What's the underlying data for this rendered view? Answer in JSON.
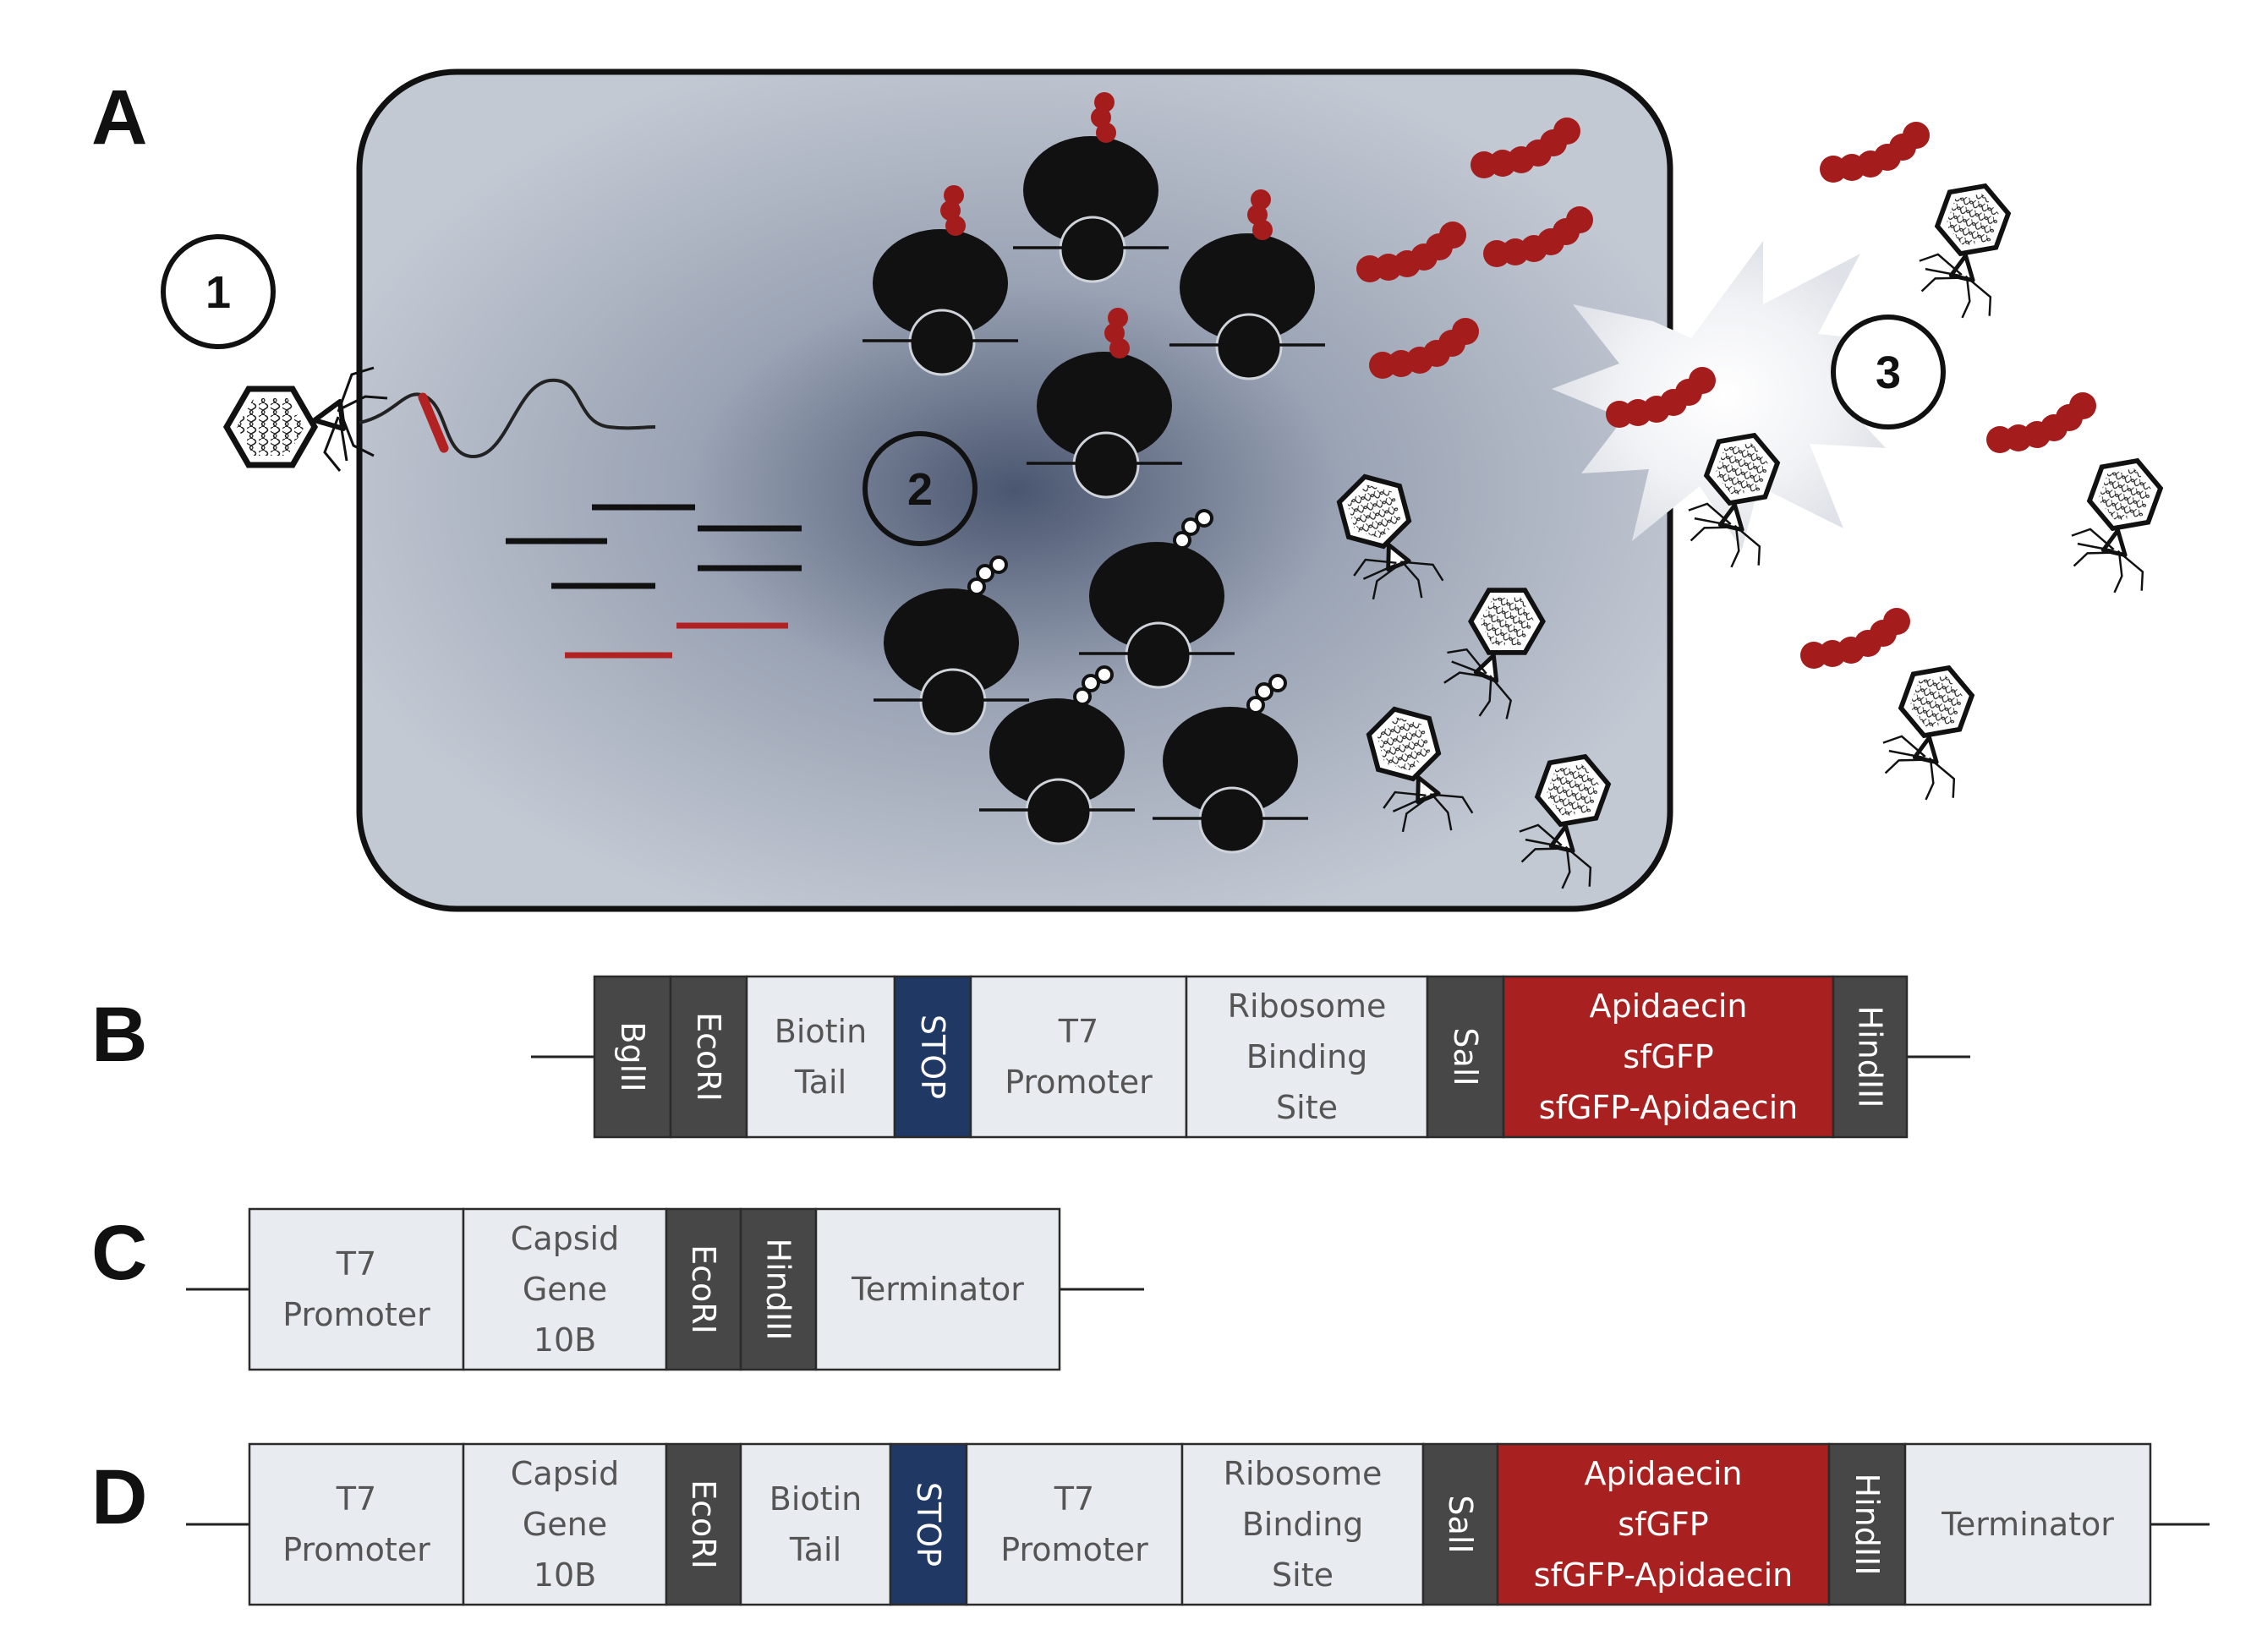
{
  "panels": {
    "a": {
      "letter": "A",
      "steps": [
        "1",
        "2",
        "3"
      ]
    },
    "b": {
      "letter": "B"
    },
    "c": {
      "letter": "C"
    },
    "d": {
      "letter": "D"
    }
  },
  "colors": {
    "cell_fill": "#c3c9d3",
    "cell_center": "#4a5670",
    "light_segment": "#e8ebf0",
    "site_segment": "#474747",
    "stop_segment": "#1f3864",
    "gene_segment": "#a8201f",
    "peptide": "#a51c1c",
    "ribosome": "#111111"
  },
  "constructs": {
    "b": [
      {
        "text": "BglII",
        "type": "site",
        "vertical": true
      },
      {
        "text": "EcoRI",
        "type": "site",
        "vertical": true
      },
      {
        "text": "Biotin\nTail",
        "type": "light"
      },
      {
        "text": "STOP",
        "type": "stop",
        "vertical": true
      },
      {
        "text": "T7\nPromoter",
        "type": "light"
      },
      {
        "text": "Ribosome\nBinding\nSite",
        "type": "light"
      },
      {
        "text": "SalI",
        "type": "site",
        "vertical": true
      },
      {
        "text": "Apidaecin\nsfGFP\nsfGFP-Apidaecin",
        "type": "gene"
      },
      {
        "text": "HindIII",
        "type": "site",
        "vertical": true
      }
    ],
    "c": [
      {
        "text": "T7\nPromoter",
        "type": "light"
      },
      {
        "text": "Capsid\nGene\n10B",
        "type": "light"
      },
      {
        "text": "EcoRI",
        "type": "site",
        "vertical": true
      },
      {
        "text": "HindIII",
        "type": "site",
        "vertical": true
      },
      {
        "text": "Terminator",
        "type": "light"
      }
    ],
    "d": [
      {
        "text": "T7\nPromoter",
        "type": "light"
      },
      {
        "text": "Capsid\nGene\n10B",
        "type": "light"
      },
      {
        "text": "EcoRI",
        "type": "site",
        "vertical": true
      },
      {
        "text": "Biotin\nTail",
        "type": "light"
      },
      {
        "text": "STOP",
        "type": "stop",
        "vertical": true
      },
      {
        "text": "T7\nPromoter",
        "type": "light"
      },
      {
        "text": "Ribosome\nBinding\nSite",
        "type": "light"
      },
      {
        "text": "SalI",
        "type": "site",
        "vertical": true
      },
      {
        "text": "Apidaecin\nsfGFP\nsfGFP-Apidaecin",
        "type": "gene"
      },
      {
        "text": "HindIII",
        "type": "site",
        "vertical": true
      },
      {
        "text": "Terminator",
        "type": "light"
      }
    ]
  }
}
